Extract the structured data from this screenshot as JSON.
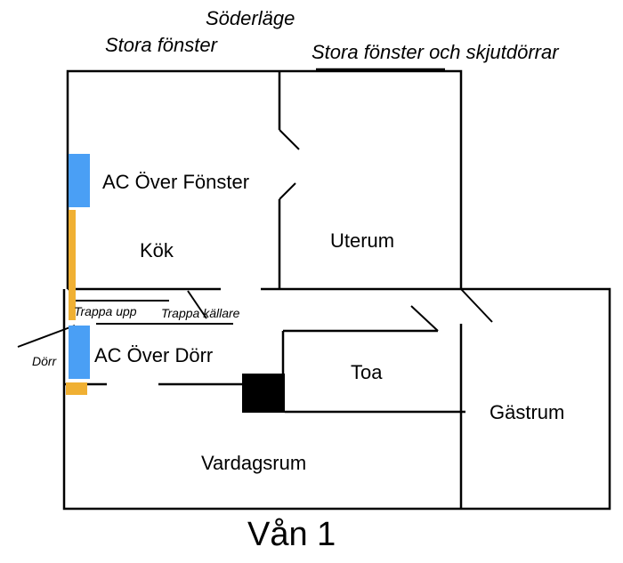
{
  "plan": {
    "title": "Vån 1",
    "orientation_note": "Söderläge",
    "window_notes": {
      "large_windows": "Stora fönster",
      "large_windows_and_sliding_doors": "Stora fönster och skjutdörrar"
    },
    "rooms": {
      "kitchen": "Kök",
      "sunroom": "Uterum",
      "toilet": "Toa",
      "guest_room": "Gästrum",
      "living_room": "Vardagsrum"
    },
    "ac_units": {
      "over_window": "AC Över Fönster",
      "over_door": "AC Över Dörr"
    },
    "annotations": {
      "stairs_up": "Trappa upp",
      "stairs_basement": "Trappa källare",
      "door": "Dörr"
    },
    "colors": {
      "ac_unit": "#4a9ff5",
      "stair_rail": "#f0b033",
      "fixture": "#000000",
      "wall": "#000000"
    }
  }
}
